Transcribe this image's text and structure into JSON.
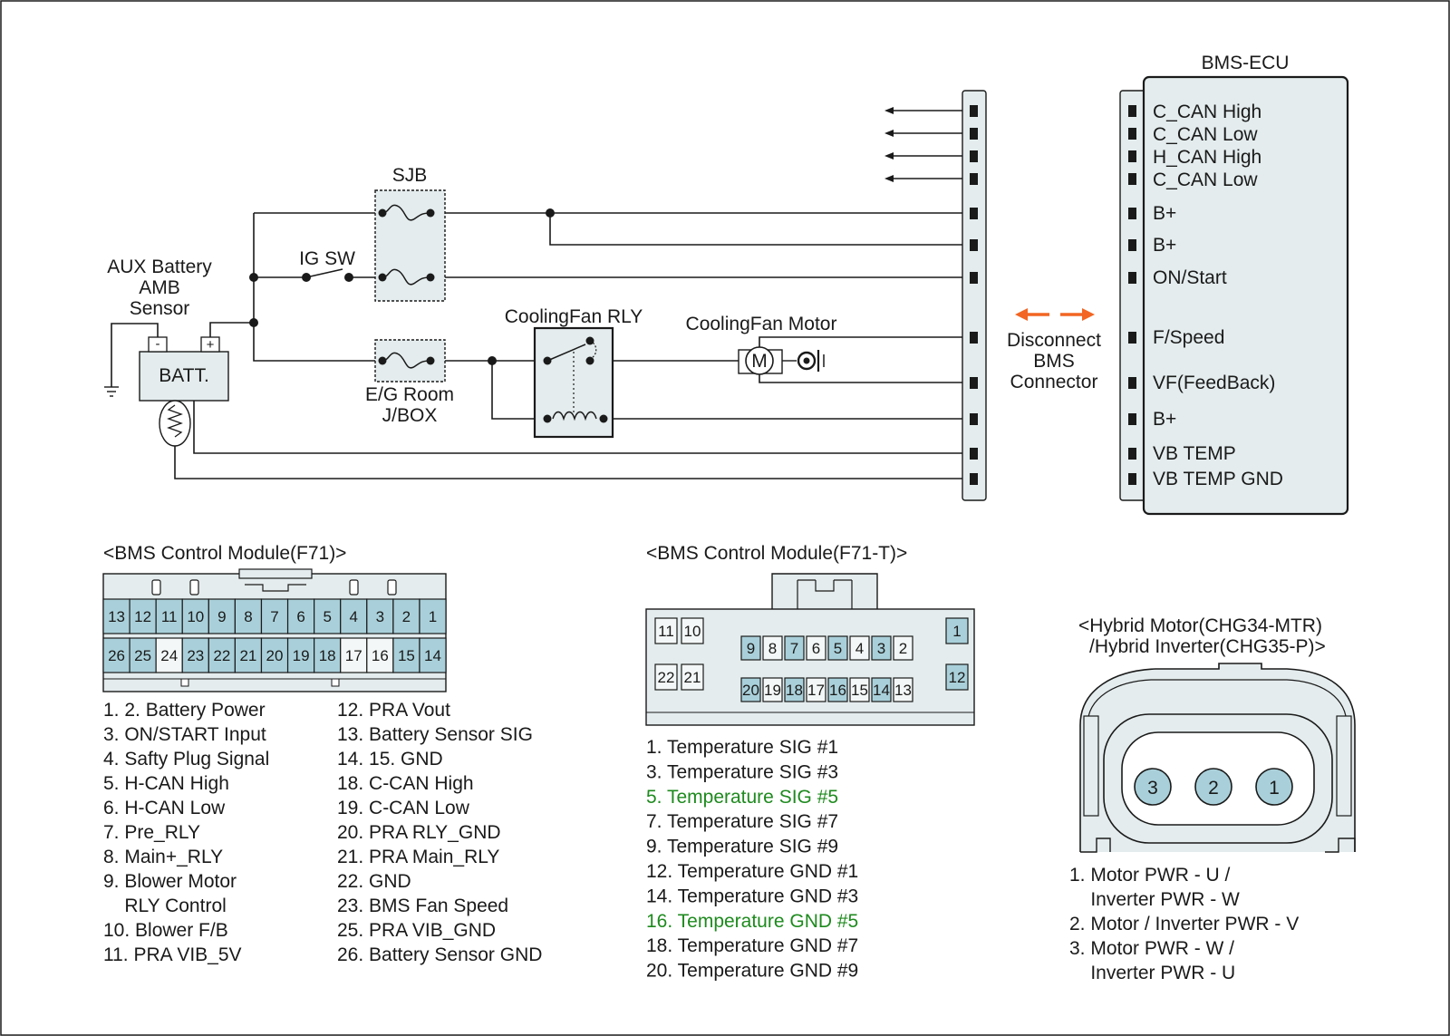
{
  "colors": {
    "pin_fill": "#a9d0da",
    "pin_empty": "#f4f7f7",
    "connector_body": "#e4eced",
    "highlight_text": "#1e8a1e",
    "arrow_orange": "#f26522",
    "ecu_fill": "#e4eced"
  },
  "wiring": {
    "aux_battery_label": [
      "AUX Battery",
      "AMB",
      "Sensor"
    ],
    "batt_label": "BATT.",
    "minus_label": "-",
    "plus_label": "+",
    "sjb_label": "SJB",
    "ig_sw_label": "IG SW",
    "eg_room_label": [
      "E/G Room",
      "J/BOX"
    ],
    "coolingfan_rly_label": "CoolingFan RLY",
    "coolingfan_motor_label": "CoolingFan Motor",
    "motor_symbol": "M",
    "disconnect_label": [
      "Disconnect",
      "BMS",
      "Connector"
    ],
    "ecu_title": "BMS-ECU",
    "ecu_pins": [
      "C_CAN High",
      "C_CAN Low",
      "H_CAN High",
      "C_CAN Low",
      "B+",
      "B+",
      "ON/Start",
      "F/Speed",
      "VF(FeedBack)",
      "B+",
      "VB TEMP",
      "VB TEMP GND"
    ]
  },
  "f71": {
    "title": "<BMS Control Module(F71)>",
    "row1": [
      {
        "n": "13",
        "filled": true
      },
      {
        "n": "12",
        "filled": true
      },
      {
        "n": "11",
        "filled": true
      },
      {
        "n": "10",
        "filled": true
      },
      {
        "n": "9",
        "filled": true
      },
      {
        "n": "8",
        "filled": true
      },
      {
        "n": "7",
        "filled": true
      },
      {
        "n": "6",
        "filled": true
      },
      {
        "n": "5",
        "filled": true
      },
      {
        "n": "4",
        "filled": true
      },
      {
        "n": "3",
        "filled": true
      },
      {
        "n": "2",
        "filled": true
      },
      {
        "n": "1",
        "filled": true
      }
    ],
    "row2": [
      {
        "n": "26",
        "filled": true
      },
      {
        "n": "25",
        "filled": true
      },
      {
        "n": "24",
        "filled": false
      },
      {
        "n": "23",
        "filled": true
      },
      {
        "n": "22",
        "filled": true
      },
      {
        "n": "21",
        "filled": true
      },
      {
        "n": "20",
        "filled": true
      },
      {
        "n": "19",
        "filled": true
      },
      {
        "n": "18",
        "filled": true
      },
      {
        "n": "17",
        "filled": false
      },
      {
        "n": "16",
        "filled": false
      },
      {
        "n": "15",
        "filled": true
      },
      {
        "n": "14",
        "filled": true
      }
    ],
    "legend_left": [
      "1. 2. Battery Power",
      "3. ON/START Input",
      "4. Safty Plug Signal",
      "5. H-CAN High",
      "6. H-CAN Low",
      "7. Pre_RLY",
      "8. Main+_RLY",
      "9. Blower Motor",
      "    RLY Control",
      "10. Blower F/B",
      "11. PRA VIB_5V"
    ],
    "legend_right": [
      "12. PRA Vout",
      "13. Battery Sensor SIG",
      "14. 15. GND",
      "18. C-CAN High",
      "19. C-CAN Low",
      "20. PRA RLY_GND",
      "21. PRA Main_RLY",
      "22. GND",
      "23. BMS Fan Speed",
      "25. PRA VIB_GND",
      "26. Battery Sensor GND"
    ]
  },
  "f71t": {
    "title": "<BMS Control Module(F71-T)>",
    "left_top": [
      "11",
      "10"
    ],
    "left_bottom": [
      "22",
      "21"
    ],
    "row1": [
      {
        "n": "9",
        "filled": true
      },
      {
        "n": "8",
        "filled": false
      },
      {
        "n": "7",
        "filled": true
      },
      {
        "n": "6",
        "filled": false
      },
      {
        "n": "5",
        "filled": true
      },
      {
        "n": "4",
        "filled": false
      },
      {
        "n": "3",
        "filled": true
      },
      {
        "n": "2",
        "filled": false
      }
    ],
    "row2": [
      {
        "n": "20",
        "filled": true
      },
      {
        "n": "19",
        "filled": false
      },
      {
        "n": "18",
        "filled": true
      },
      {
        "n": "17",
        "filled": false
      },
      {
        "n": "16",
        "filled": true
      },
      {
        "n": "15",
        "filled": false
      },
      {
        "n": "14",
        "filled": true
      },
      {
        "n": "13",
        "filled": false
      }
    ],
    "right_top": "1",
    "right_bottom": "12",
    "legend": [
      {
        "text": "1. Temperature SIG #1",
        "highlight": false
      },
      {
        "text": "3. Temperature SIG #3",
        "highlight": false
      },
      {
        "text": "5. Temperature SIG #5",
        "highlight": true
      },
      {
        "text": "7. Temperature SIG #7",
        "highlight": false
      },
      {
        "text": "9. Temperature SIG #9",
        "highlight": false
      },
      {
        "text": "12. Temperature GND #1",
        "highlight": false
      },
      {
        "text": "14. Temperature GND #3",
        "highlight": false
      },
      {
        "text": "16. Temperature GND #5",
        "highlight": true
      },
      {
        "text": "18. Temperature GND #7",
        "highlight": false
      },
      {
        "text": "20. Temperature GND #9",
        "highlight": false
      }
    ]
  },
  "hybrid": {
    "title_lines": [
      "<Hybrid Motor(CHG34-MTR)",
      "/Hybrid Inverter(CHG35-P)>"
    ],
    "pins": [
      "3",
      "2",
      "1"
    ],
    "legend": [
      "1. Motor PWR - U /",
      "    Inverter PWR - W",
      "2. Motor / Inverter PWR - V",
      "3. Motor PWR - W /",
      "    Inverter PWR - U"
    ]
  }
}
